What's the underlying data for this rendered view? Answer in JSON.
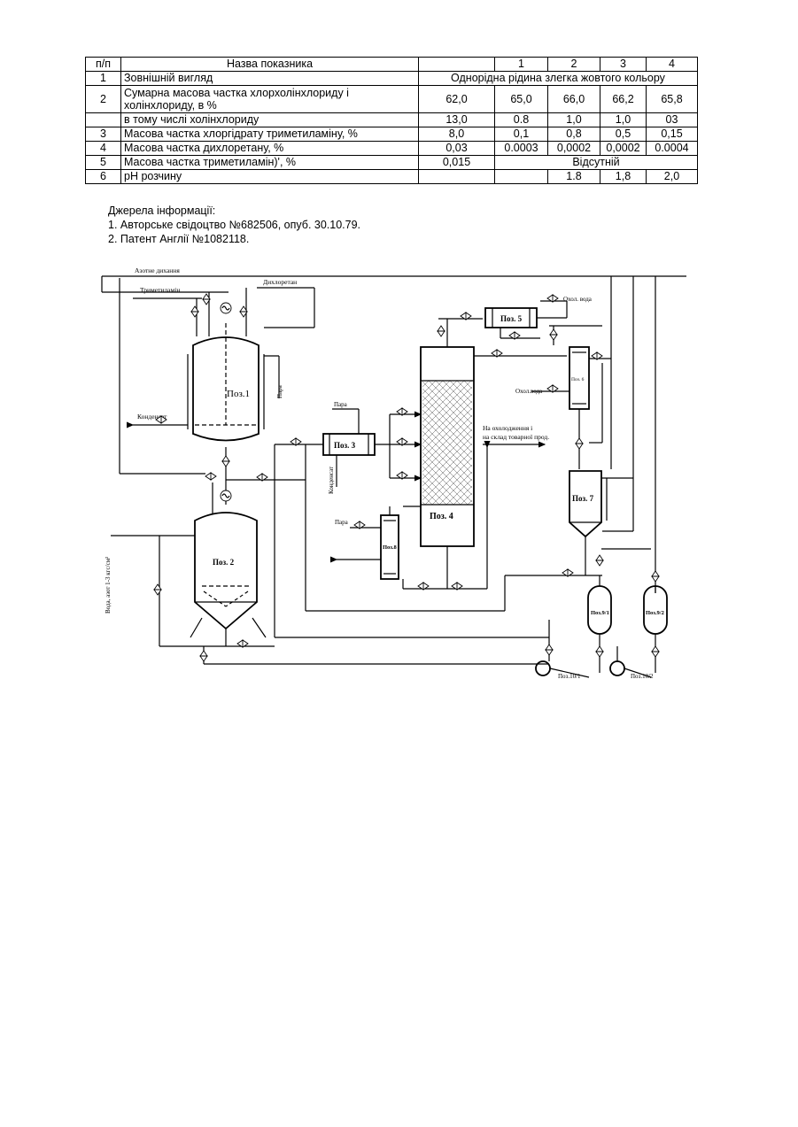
{
  "table": {
    "header": {
      "num": "п/п",
      "name": "Назва показника",
      "c0": "",
      "c1": "1",
      "c2": "2",
      "c3": "3",
      "c4": "4"
    },
    "rows": [
      {
        "num": "1",
        "name": "Зовнішній вигляд",
        "merged": "Однорідна рідина злегка жовтого кольору"
      },
      {
        "num": "2",
        "name": "Сумарна масова частка хлорхолінхлориду і холінхлориду, в %",
        "v0": "62,0",
        "v1": "65,0",
        "v2": "66,0",
        "v3": "66,2",
        "v4": "65,8"
      },
      {
        "num": "",
        "name": "в тому числі холінхлориду",
        "v0": "13,0",
        "v1": "0.8",
        "v2": "1,0",
        "v3": "1,0",
        "v4": "03"
      },
      {
        "num": "3",
        "name": "Масова частка хлоргідрату триметиламіну, %",
        "v0": "8,0",
        "v1": "0,1",
        "v2": "0,8",
        "v3": "0,5",
        "v4": "0,15"
      },
      {
        "num": "4",
        "name": "Масова частка дихлоретану, %",
        "v0": "0,03",
        "v1": "0.0003",
        "v2": "0,0002",
        "v3": "0,0002",
        "v4": "0.0004"
      },
      {
        "num": "5",
        "name": "Масова частка триметиламін)', %",
        "v0": "0,015",
        "merged": "Відсутній"
      },
      {
        "num": "6",
        "name": "pH розчину",
        "v0": "",
        "v1": "",
        "v2": "1.8",
        "v3": "1,8",
        "v4": "2,0"
      }
    ]
  },
  "sources": {
    "title": "Джерела інформації:",
    "items": [
      "1. Авторське свідоцтво №682506, опуб. 30.10.79.",
      "2. Патент Англії №1082118."
    ]
  },
  "diagram": {
    "labels": {
      "nitrogen": "Азотне дихання",
      "dichloroethane": "Дихлоретан",
      "trimethylamine": "Триметиламін",
      "condensate1": "Конденсат",
      "steam1": "Пара",
      "pos1": "Поз.1",
      "steam2": "Пара",
      "pos3": "Поз. 3",
      "condensate2": "Конденсат",
      "steam3": "Пара",
      "pos8": "Поз.8",
      "pos4": "Поз. 4",
      "cooling": "На охолодження і",
      "warehouse": "на склад товарної прод.",
      "pos5": "Поз. 5",
      "coolwater1": "Охол. вода",
      "coolwater2": "Охол.вода",
      "pos6": "Поз. 6",
      "pos7": "Поз. 7",
      "pos2": "Поз. 2",
      "water": "Вода, азот 1-3 кгс/см²",
      "pos91": "Поз.9/1",
      "pos92": "Поз.9/2",
      "pos101": "Поз.10/1",
      "pos102": "Поз.10/2"
    }
  }
}
